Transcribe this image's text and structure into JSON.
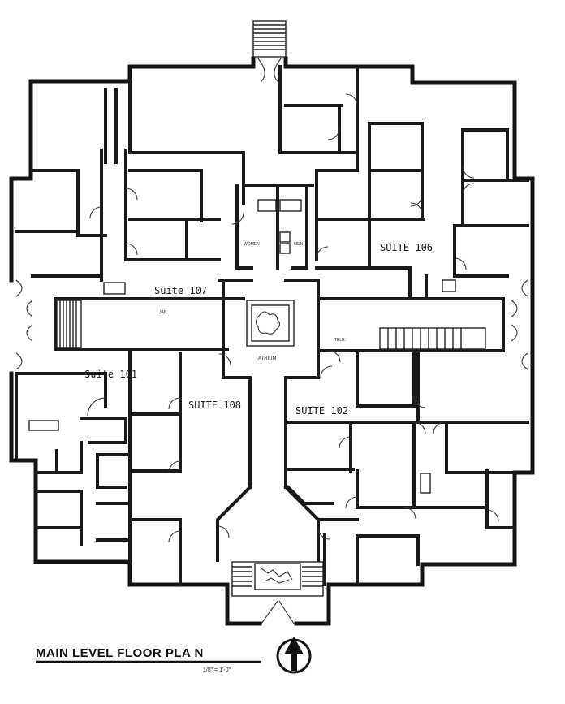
{
  "plan": {
    "title": "MAIN LEVEL FLOOR PLA N",
    "scale": "1/8\" = 1'-0\"",
    "rooms": {
      "suite_101": "Suite 101",
      "suite_102": "SUITE 102",
      "suite_106": "SUITE 106",
      "suite_107": "Suite 107",
      "suite_108": "SUITE 108",
      "atrium": "ATRIUM",
      "women": "WOMEN",
      "men": "MEN",
      "jan": "JAN.",
      "tele": "TELE."
    },
    "icons": [
      "north-arrow-icon",
      "stair-icon",
      "door-swing-icon",
      "planter-icon"
    ]
  }
}
